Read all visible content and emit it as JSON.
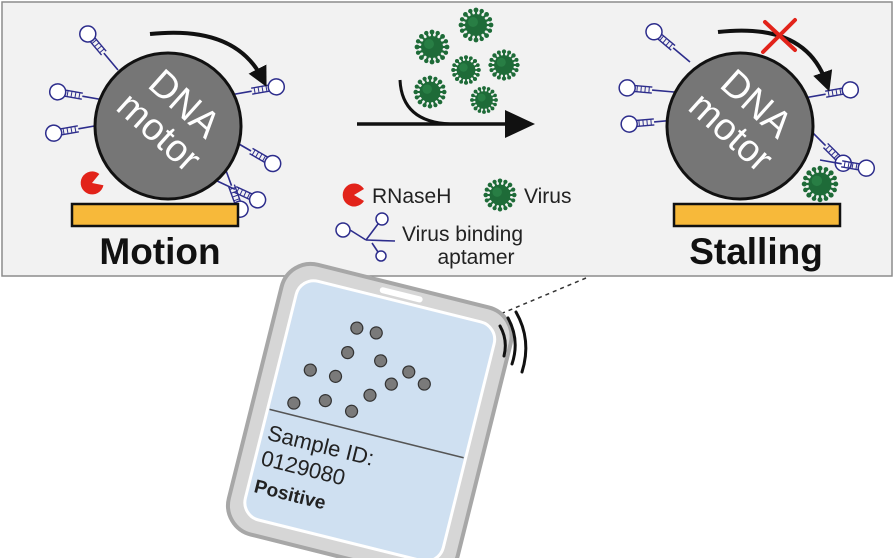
{
  "left_panel": {
    "caption": "Motion",
    "motor_line1": "DNA",
    "motor_line2": "motor"
  },
  "right_panel": {
    "caption": "Stalling",
    "motor_line1": "DNA",
    "motor_line2": "motor"
  },
  "legend": {
    "rnaseh": "RNaseH",
    "virus": "Virus",
    "aptamer_line1": "Virus binding",
    "aptamer_line2": "aptamer"
  },
  "phone": {
    "sample_label": "Sample ID:",
    "sample_id": "0129080",
    "result": "Positive"
  },
  "colors": {
    "panel_bg": "#f2f2f2",
    "motor": "#767676",
    "surface": "#f7b93a",
    "virus": "#1e6b38",
    "rnaseh": "#e2231a",
    "aptamer": "#2d2d8c",
    "stall_mark": "#e2231a",
    "phone_screen": "#cfe0f1"
  }
}
